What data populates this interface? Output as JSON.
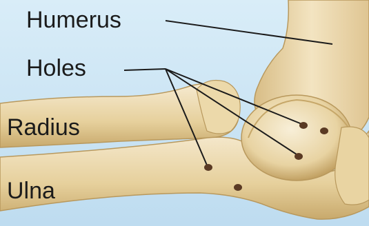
{
  "labels": {
    "humerus": "Humerus",
    "holes": "Holes",
    "radius": "Radius",
    "ulna": "Ulna"
  },
  "colors": {
    "background": "#cfe6f5",
    "bone": "#eedcad",
    "bone_shadow": "#c9ad72",
    "hole": "#5a3a24",
    "leader_line": "#1b1b1b"
  }
}
